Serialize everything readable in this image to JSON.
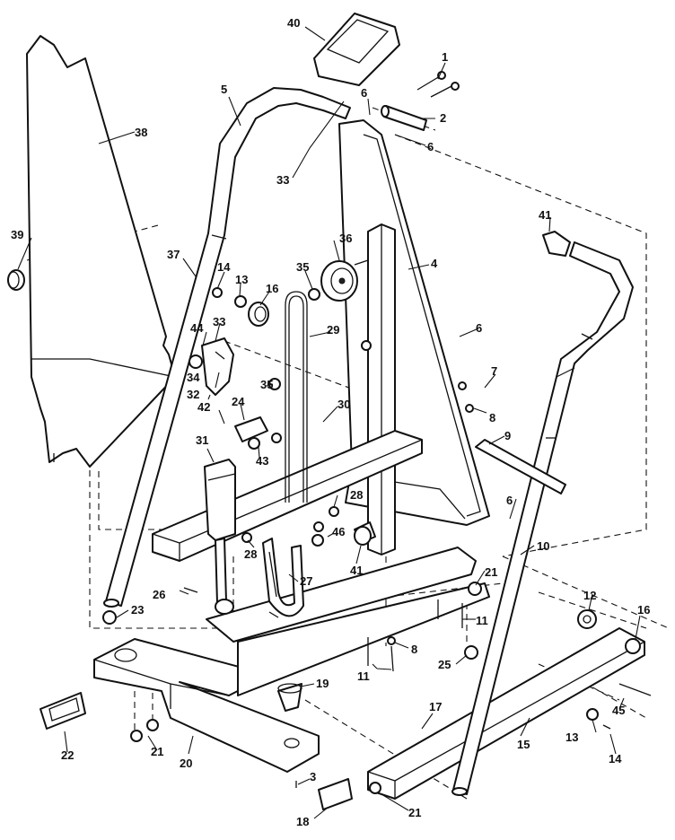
{
  "callouts": [
    "1",
    "2",
    "3",
    "4",
    "5",
    "6",
    "7",
    "8",
    "9",
    "10",
    "11",
    "12",
    "13",
    "14",
    "15",
    "16",
    "17",
    "18",
    "19",
    "20",
    "21",
    "22",
    "23",
    "24",
    "25",
    "26",
    "27",
    "28",
    "29",
    "30",
    "31",
    "32",
    "33",
    "34",
    "35",
    "36",
    "37",
    "38",
    "39",
    "40",
    "41",
    "42",
    "43",
    "44",
    "45",
    "46"
  ],
  "colors": {
    "line": "#111111",
    "paper": "#ffffff"
  }
}
